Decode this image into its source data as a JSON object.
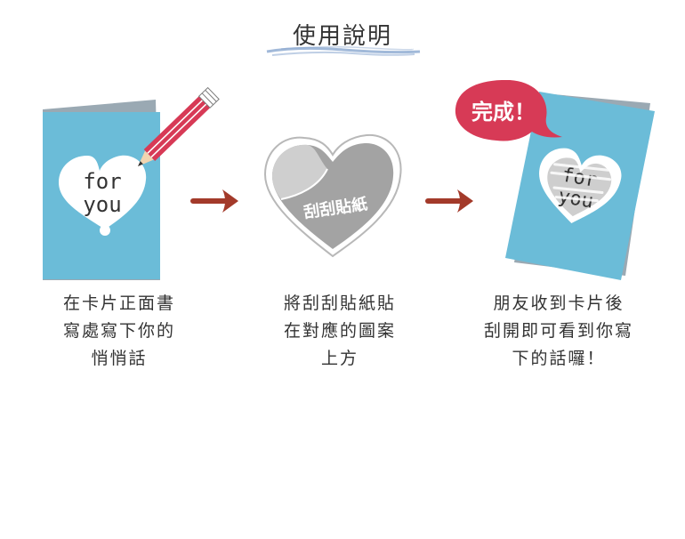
{
  "header": {
    "title": "使用說明"
  },
  "colors": {
    "card_blue": "#6bbcd8",
    "card_back": "#9aa9b3",
    "arrow_red": "#a33a2a",
    "bubble_red": "#d73a56",
    "sticker_gray": "#a3a3a3",
    "underline_blue": "#8aa7cf"
  },
  "steps": [
    {
      "card_text_line1": "for",
      "card_text_line2": "you",
      "caption": [
        "在卡片正面書",
        "寫處寫下你的",
        "悄悄話"
      ]
    },
    {
      "sticker_text": "刮刮貼紙",
      "caption": [
        "將刮刮貼紙貼",
        "在對應的圖案",
        "上方"
      ]
    },
    {
      "bubble_text": "完成！",
      "card_text_line1": "for",
      "card_text_line2": "you",
      "caption": [
        "朋友收到卡片後",
        "刮開即可看到你寫",
        "下的話囉！"
      ]
    }
  ]
}
